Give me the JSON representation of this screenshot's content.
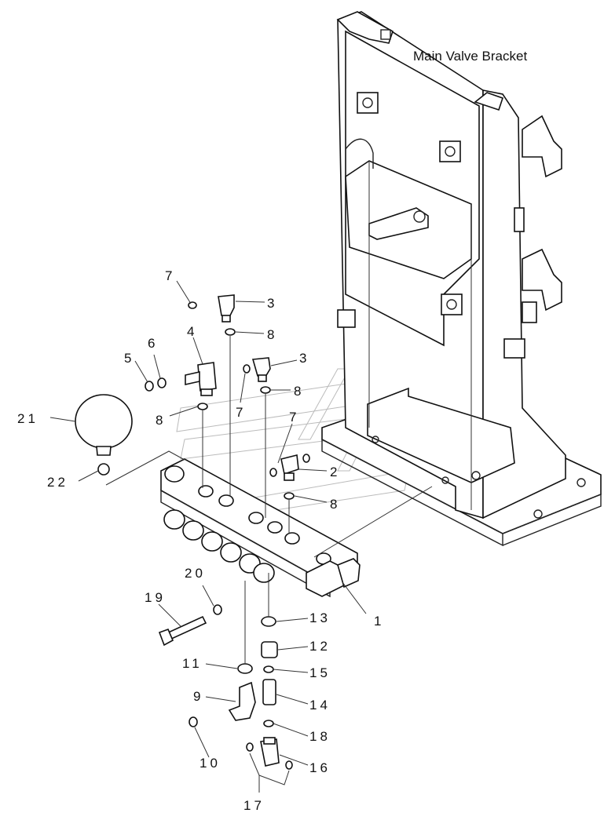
{
  "title": "Main Valve Bracket",
  "callouts": [
    {
      "id": "c1",
      "label": "1"
    },
    {
      "id": "c2",
      "label": "2"
    },
    {
      "id": "c3a",
      "label": "3"
    },
    {
      "id": "c3b",
      "label": "3"
    },
    {
      "id": "c4",
      "label": "4"
    },
    {
      "id": "c5",
      "label": "5"
    },
    {
      "id": "c6",
      "label": "6"
    },
    {
      "id": "c7a",
      "label": "7"
    },
    {
      "id": "c7b",
      "label": "7"
    },
    {
      "id": "c7c",
      "label": "7"
    },
    {
      "id": "c8a",
      "label": "8"
    },
    {
      "id": "c8b",
      "label": "8"
    },
    {
      "id": "c8c",
      "label": "8"
    },
    {
      "id": "c8d",
      "label": "8"
    },
    {
      "id": "c9",
      "label": "9"
    },
    {
      "id": "c10",
      "label": "10"
    },
    {
      "id": "c11",
      "label": "11"
    },
    {
      "id": "c12",
      "label": "12"
    },
    {
      "id": "c13",
      "label": "13"
    },
    {
      "id": "c14",
      "label": "14"
    },
    {
      "id": "c15",
      "label": "15"
    },
    {
      "id": "c16",
      "label": "16"
    },
    {
      "id": "c17",
      "label": "17"
    },
    {
      "id": "c18",
      "label": "18"
    },
    {
      "id": "c19",
      "label": "19"
    },
    {
      "id": "c20",
      "label": "20"
    },
    {
      "id": "c21",
      "label": "21"
    },
    {
      "id": "c22",
      "label": "22"
    }
  ]
}
